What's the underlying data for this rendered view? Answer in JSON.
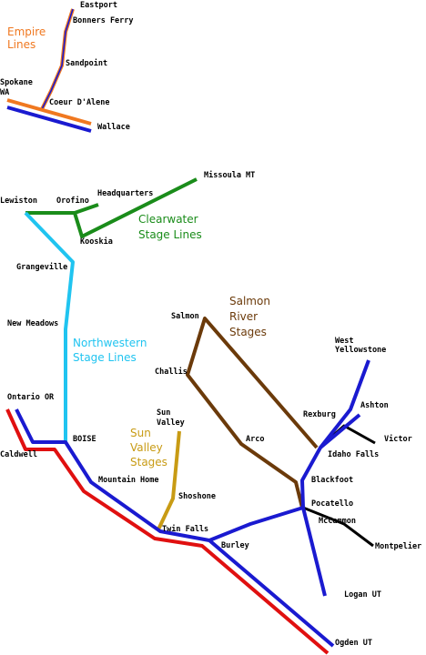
{
  "map": {
    "routes": [
      {
        "name": "Empire Lines",
        "color": "#f07820"
      },
      {
        "name": "Clearwater Stage Lines",
        "color": "#1a8c1a"
      },
      {
        "name": "Salmon River Stages",
        "color": "#6b3a0a"
      },
      {
        "name": "Northwestern Stage Lines",
        "color": "#20c4f0"
      },
      {
        "name": "Sun Valley Stages",
        "color": "#c89b14"
      }
    ],
    "legend": {
      "empire": [
        "Empire",
        "Lines"
      ],
      "clearwater": [
        "Clearwater",
        "Stage Lines"
      ],
      "salmon": [
        "Salmon",
        "River",
        "Stages"
      ],
      "northwestern": [
        "Northwestern",
        "Stage Lines"
      ],
      "sunvalley": [
        "Sun",
        "Valley",
        "Stages"
      ]
    },
    "towns": {
      "eastport": "Eastport",
      "bonners_ferry": "Bonners Ferry",
      "sandpoint": "Sandpoint",
      "spokane": [
        "Spokane",
        "WA"
      ],
      "coeur": "Coeur D'Alene",
      "wallace": "Wallace",
      "missoula": "Missoula MT",
      "headquarters": "Headquarters",
      "lewiston": "Lewiston",
      "orofino": "Orofino",
      "kooskia": "Kooskia",
      "grangeville": "Grangeville",
      "new_meadows": "New Meadows",
      "salmon": "Salmon",
      "challis": "Challis",
      "west_yellowstone": [
        "West",
        "Yellowstone"
      ],
      "ashton": "Ashton",
      "rexburg": "Rexburg",
      "victor": "Victor",
      "idaho_falls": "Idaho Falls",
      "arco": "Arco",
      "sun_valley": [
        "Sun",
        "Valley"
      ],
      "ontario": "Ontario OR",
      "boise": "BOISE",
      "caldwell": "Caldwell",
      "mountain_home": "Mountain Home",
      "shoshone": "Shoshone",
      "blackfoot": "Blackfoot",
      "pocatello": "Pocatello",
      "mccammon": "McCammon",
      "twin_falls": "Twin Falls",
      "burley": "Burley",
      "montpelier": "Montpelier",
      "logan": "Logan UT",
      "ogden": "Ogden UT"
    }
  }
}
